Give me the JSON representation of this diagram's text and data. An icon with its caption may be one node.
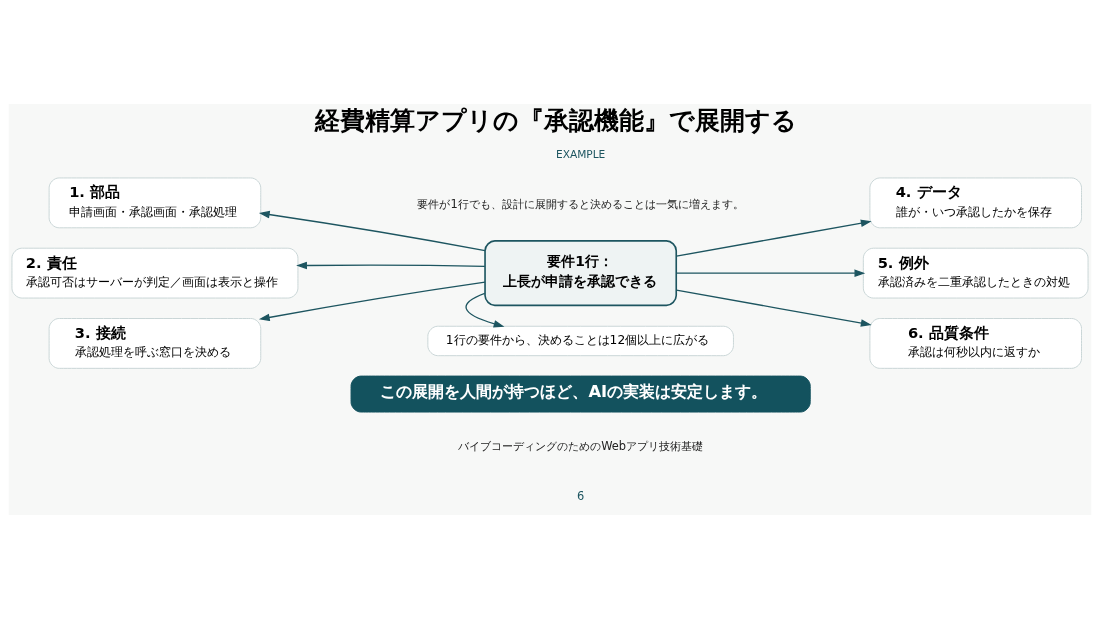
{
  "diagram": {
    "title": "経費精算アプリの『承認機能』で展開する",
    "nodes": [
      {
        "text": [
          "要件1行：",
          "上長が申請を承認できる"
        ]
      },
      {
        "text": [
          "1. 部品",
          "申請画面・承認画面・承認処理"
        ]
      },
      {
        "text": [
          "2. 責任",
          "承認可否はサーバーが判定／画面は表示と操作"
        ]
      },
      {
        "text": [
          "3. 接続",
          "承認処理を呼ぶ窓口を決める"
        ]
      },
      {
        "text": [
          "4. データ",
          "誰が・いつ承認したかを保存"
        ]
      },
      {
        "text": [
          "5. 例外",
          "承認済みを二重承認したときの対処"
        ]
      },
      {
        "text": [
          "6. 品質条件",
          "承認は何秒以内に返すか"
        ]
      },
      {
        "text": [
          "1行の要件から、決めることは12個以上に広がる"
        ]
      },
      {
        "text": [
          "この展開を人間が持つほど、AIの実装は安定します。"
        ]
      }
    ],
    "edges": [
      {
        "from": 0,
        "to": 1,
        "arrow": "to"
      },
      {
        "from": 0,
        "to": 2,
        "arrow": "to"
      },
      {
        "from": 0,
        "to": 3,
        "arrow": "to"
      },
      {
        "from": 0,
        "to": 4,
        "arrow": "to"
      },
      {
        "from": 0,
        "to": 5,
        "arrow": "to"
      },
      {
        "from": 0,
        "to": 6,
        "arrow": "to"
      },
      {
        "from": 0,
        "to": 7,
        "arrow": "to"
      }
    ],
    "labels": [
      "EXAMPLE",
      "要件が1行でも、設計に展開すると決めることは一気に増えます。",
      "バイブコーディングのためのWebアプリ技術基礎",
      "6"
    ]
  }
}
